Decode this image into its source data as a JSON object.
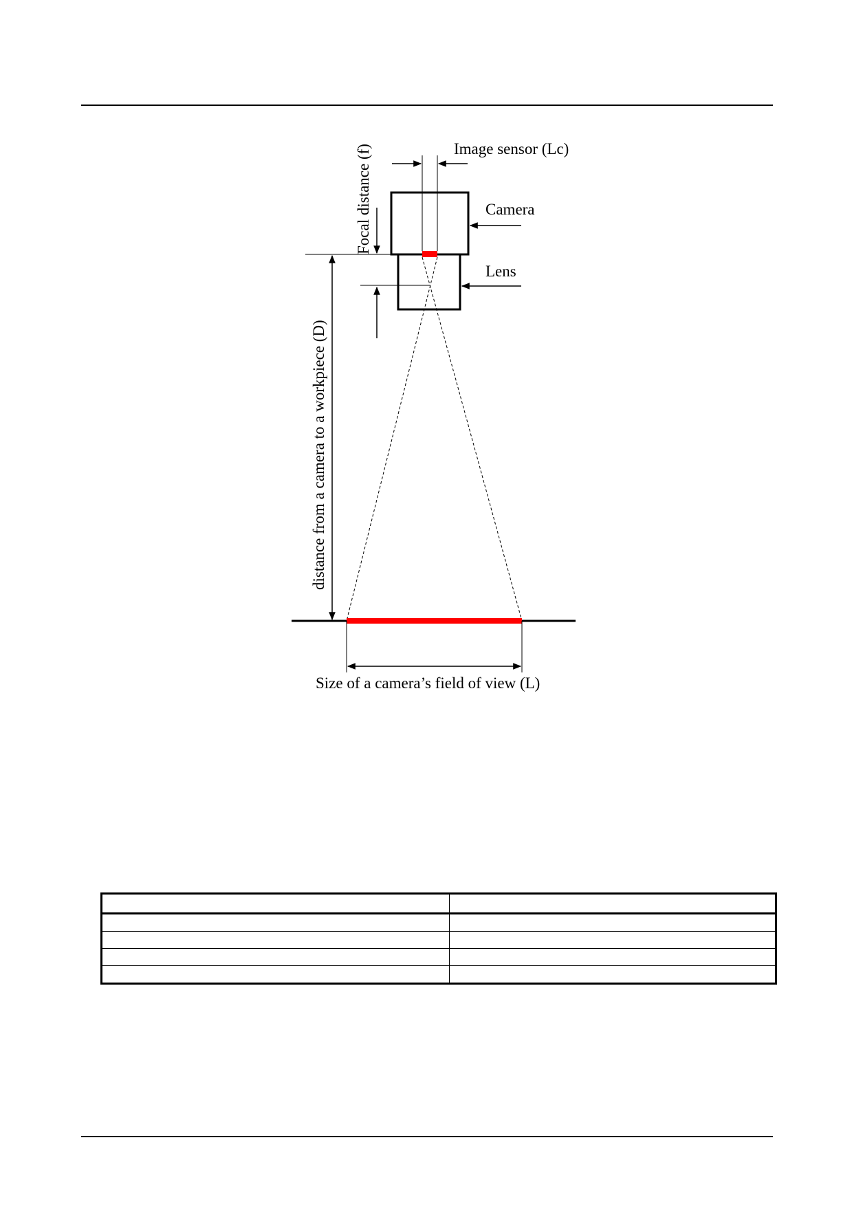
{
  "diagram": {
    "labels": {
      "image_sensor": "Image sensor (Lc)",
      "camera": "Camera",
      "lens": "Lens",
      "focal_distance": "Focal distance (f)",
      "working_distance": "distance from a camera to a workpiece (D)",
      "field_of_view": "Size of a camera’s field of view (L)"
    },
    "colors": {
      "line": "#000000",
      "highlight": "#ff0000"
    }
  },
  "table": {
    "rows": [
      [
        "",
        ""
      ],
      [
        "",
        ""
      ],
      [
        "",
        ""
      ],
      [
        "",
        ""
      ],
      [
        "",
        ""
      ]
    ]
  }
}
